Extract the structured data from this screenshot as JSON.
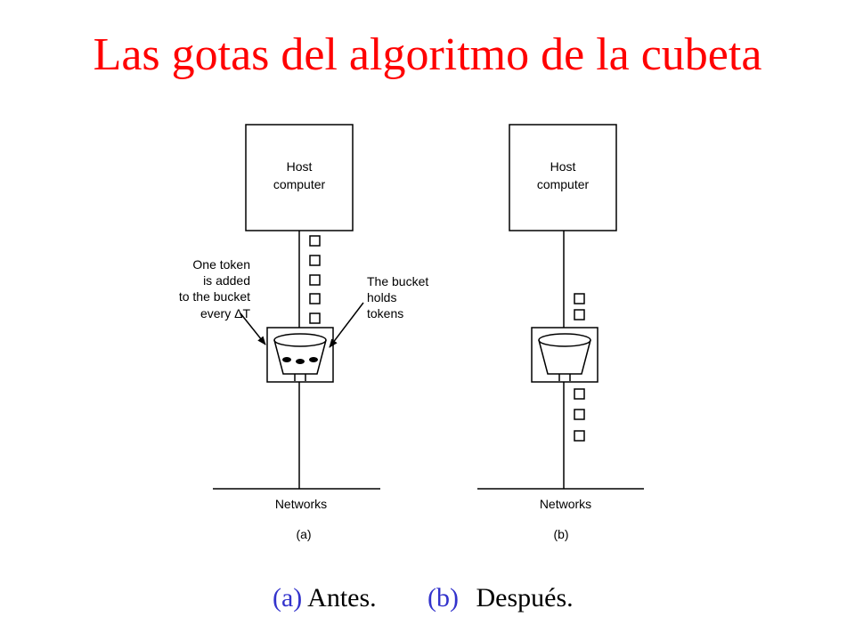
{
  "title": "Las gotas del algoritmo de la cubeta",
  "colors": {
    "title": "#ff0000",
    "caption_tag": "#3333cc",
    "caption_text": "#000000",
    "line": "#000000"
  },
  "diagram": {
    "panel_a": {
      "host_line1": "Host",
      "host_line2": "computer",
      "annotation_left": [
        "One token",
        "is added",
        "to the bucket",
        "every ΔT"
      ],
      "annotation_right": [
        "The bucket",
        "holds",
        "tokens"
      ],
      "tokens_in_bucket": 3,
      "network_label": "Networks",
      "panel_label": "(a)"
    },
    "panel_b": {
      "host_line1": "Host",
      "host_line2": "computer",
      "network_label": "Networks",
      "panel_label": "(b)"
    }
  },
  "caption": {
    "a_tag": "(a)",
    "a_text": "Antes.",
    "b_tag": "(b)",
    "b_text": "Después."
  }
}
